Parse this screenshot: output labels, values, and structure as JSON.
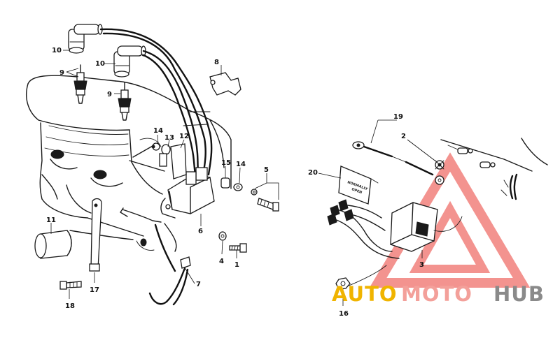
{
  "callouts": {
    "c1": "1",
    "c2": "2",
    "c3": "3",
    "c4": "4",
    "c5": "5",
    "c6": "6",
    "c7": "7",
    "c8": "8",
    "c9a": "9",
    "c9b": "9",
    "c10a": "10",
    "c10b": "10",
    "c11": "11",
    "c12": "12",
    "c13": "13",
    "c14a": "14",
    "c14b": "14",
    "c15": "15",
    "c16": "16",
    "c17": "17",
    "c18": "18",
    "c19": "19",
    "c20": "20"
  },
  "decal": {
    "line1": "NORMALLY",
    "line2": "OPEN"
  },
  "watermark": {
    "part1": "AUTO",
    "part2": "MOTO",
    "part3": "HUB",
    "colors": {
      "auto": "#f0b400",
      "moto": "#f3a09a",
      "hub": "#8a8a8a",
      "triangle": "#ef6f6a"
    }
  }
}
